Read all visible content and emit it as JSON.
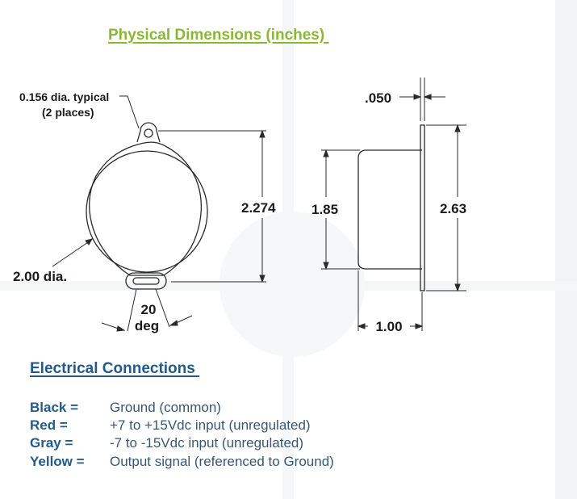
{
  "physical": {
    "title": "Physical Dimensions (inches) ",
    "labels": {
      "hole_line1": "0.156 dia. typical",
      "hole_line2": "(2 places)",
      "dia": "2.00 dia.",
      "height": "2.274",
      "angle_value": "20",
      "angle_unit": "deg",
      "thickness": ".050",
      "body_height": "1.85",
      "flange_height": "2.63",
      "depth": "1.00"
    }
  },
  "electrical": {
    "title": "Electrical Connections ",
    "rows": [
      {
        "wire": "Black =",
        "desc": "Ground (common)"
      },
      {
        "wire": "Red =",
        "desc": "+7 to +15Vdc input (unregulated)"
      },
      {
        "wire": "Gray =",
        "desc": "-7 to -15Vdc input (unregulated)"
      },
      {
        "wire": "Yellow =",
        "desc": "Output signal (referenced to Ground)"
      }
    ]
  },
  "colors": {
    "title_green": "#8ab833",
    "title_blue": "#245a8a",
    "line": "#2a2a2a"
  }
}
